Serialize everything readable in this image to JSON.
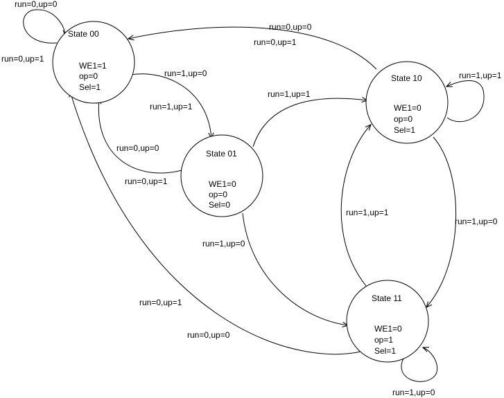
{
  "colors": {
    "background": "#ffffff",
    "stroke": "#000000",
    "text": "#000000"
  },
  "states": {
    "s00": {
      "title": "State 00",
      "we1": "WE1=1",
      "op": "op=0",
      "sel": "Sel=1"
    },
    "s01": {
      "title": "State 01",
      "we1": "WE1=0",
      "op": "op=0",
      "sel": "Sel=0"
    },
    "s10": {
      "title": "State 10",
      "we1": "WE1=0",
      "op": "op=0",
      "sel": "Sel=1"
    },
    "s11": {
      "title": "State 11",
      "we1": "WE1=0",
      "op": "op=1",
      "sel": "Sel=1"
    }
  },
  "transitions": {
    "s00_self": "run=0,up=0",
    "s00_self_back": "run=0,up=1",
    "s00_to_s01": "run=1,up=0",
    "s00_to_s01_b": "run=1,up=1",
    "s01_to_s00": "run=0,up=0",
    "s01_to_s00_b": "run=0,up=1",
    "s01_to_s10": "run=1,up=1",
    "s10_to_s00": "run=0,up=0",
    "s10_to_s00_b": "run=0,up=1",
    "s10_self": "run=1,up=1",
    "s10_to_s11": "run=1,up=0",
    "s11_to_s10": "run=1,up=1",
    "s01_to_s11": "run=1,up=0",
    "s11_to_s00": "run=0,up=1",
    "s11_to_s00_b": "run=0,up=0",
    "s11_self": "run=1,up=0"
  }
}
